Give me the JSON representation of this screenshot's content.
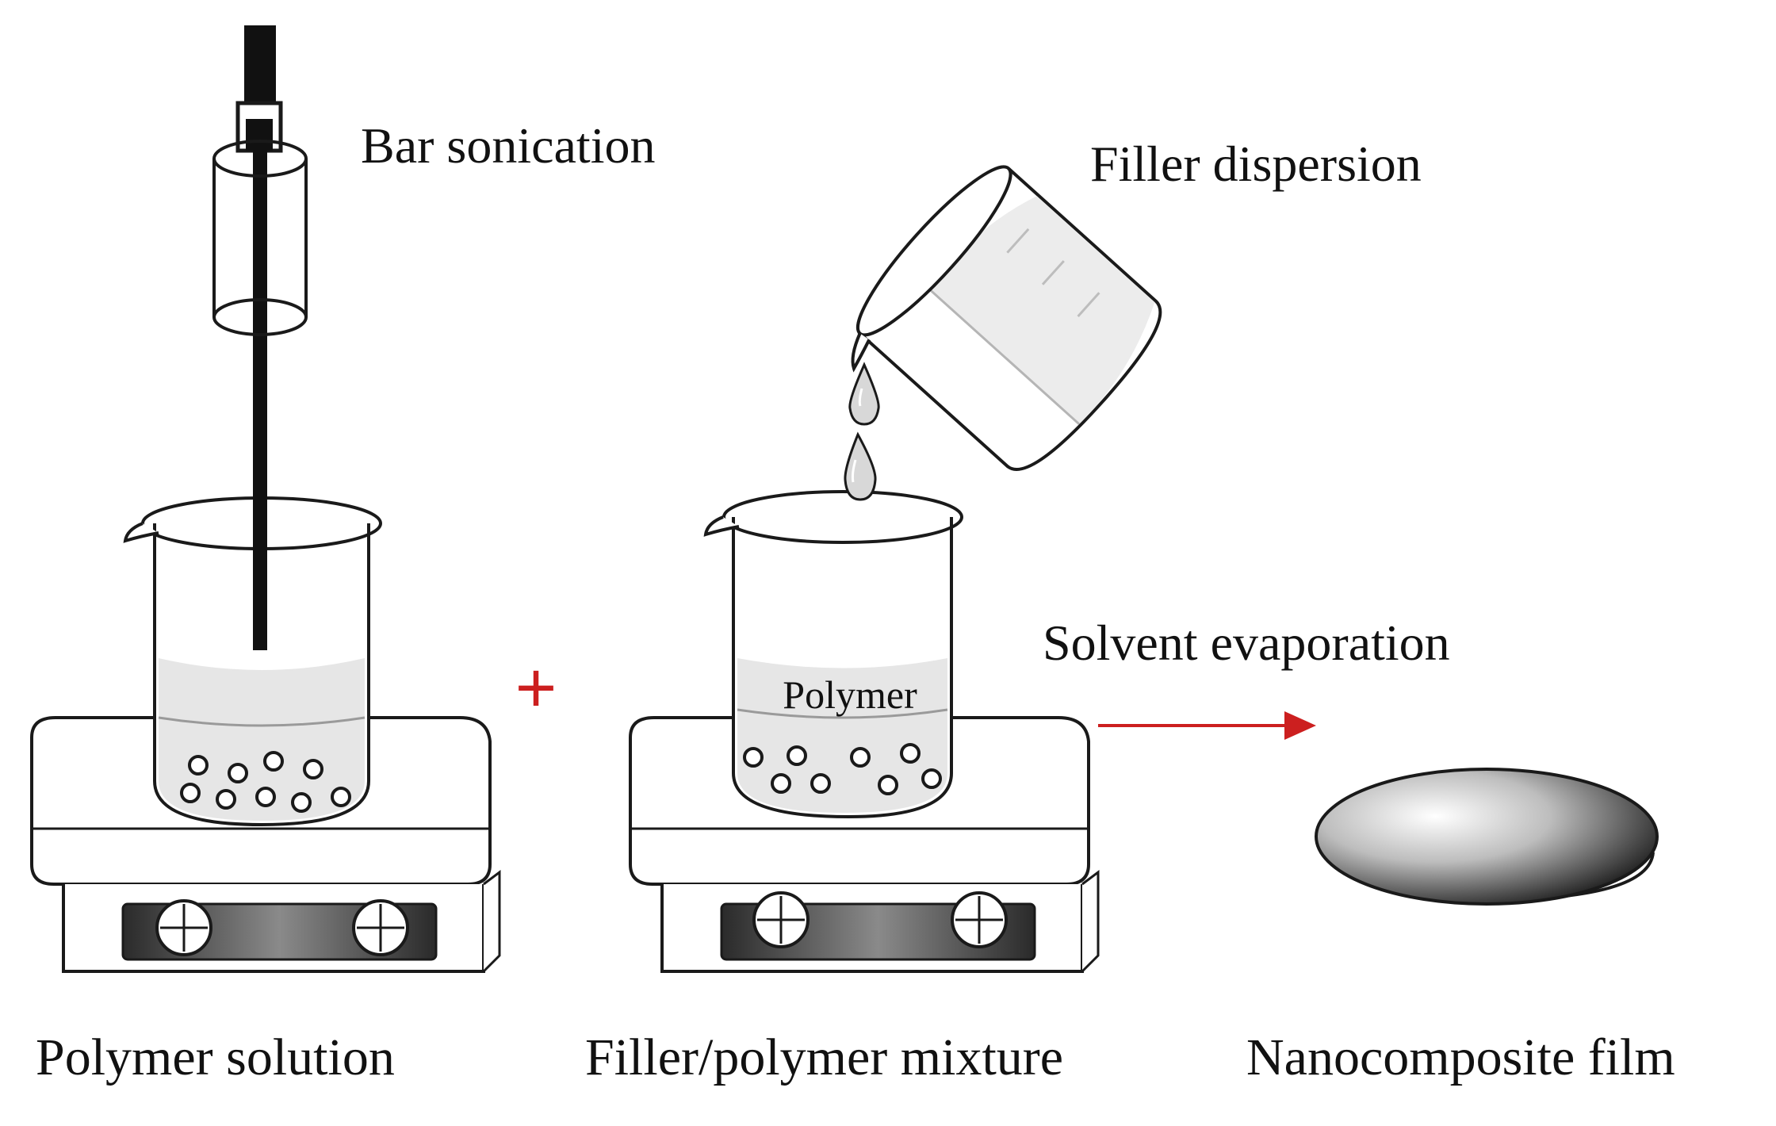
{
  "labels": {
    "bar_sonication": "Bar sonication",
    "filler_dispersion": "Filler dispersion",
    "solvent_evaporation": "Solvent evaporation",
    "beaker_polymer": "Polymer",
    "polymer_solution": "Polymer solution",
    "filler_polymer_mixture": "Filler/polymer mixture",
    "nanocomposite_film": "Nanocomposite film",
    "plus_sign": "+"
  },
  "colors": {
    "accent": "#cc1f1f",
    "line": "#1a1a1a",
    "liquid": "#e6e6e6"
  }
}
